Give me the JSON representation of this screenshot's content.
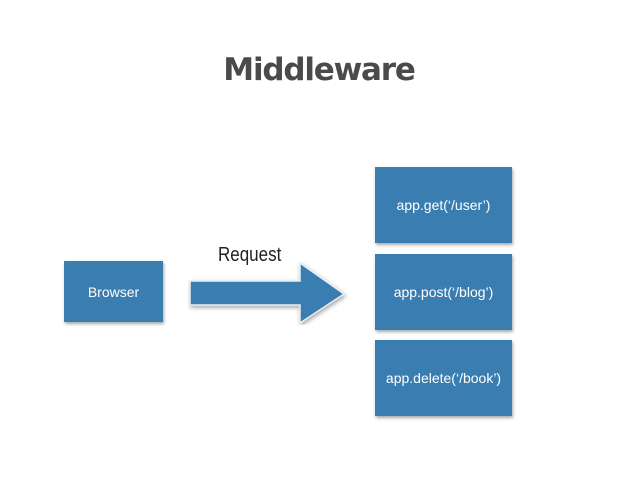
{
  "title": "Middleware",
  "colors": {
    "box_fill": "#3a7db0",
    "box_text": "#ffffff",
    "title_text": "#4a4a4a"
  },
  "nodes": {
    "browser": "Browser",
    "routes": [
      "app.get(‘/user’)",
      "app.post(‘/blog’)",
      "app.delete(‘/book’)"
    ]
  },
  "arrow": {
    "label": "Request",
    "icon": "right-arrow-icon"
  }
}
